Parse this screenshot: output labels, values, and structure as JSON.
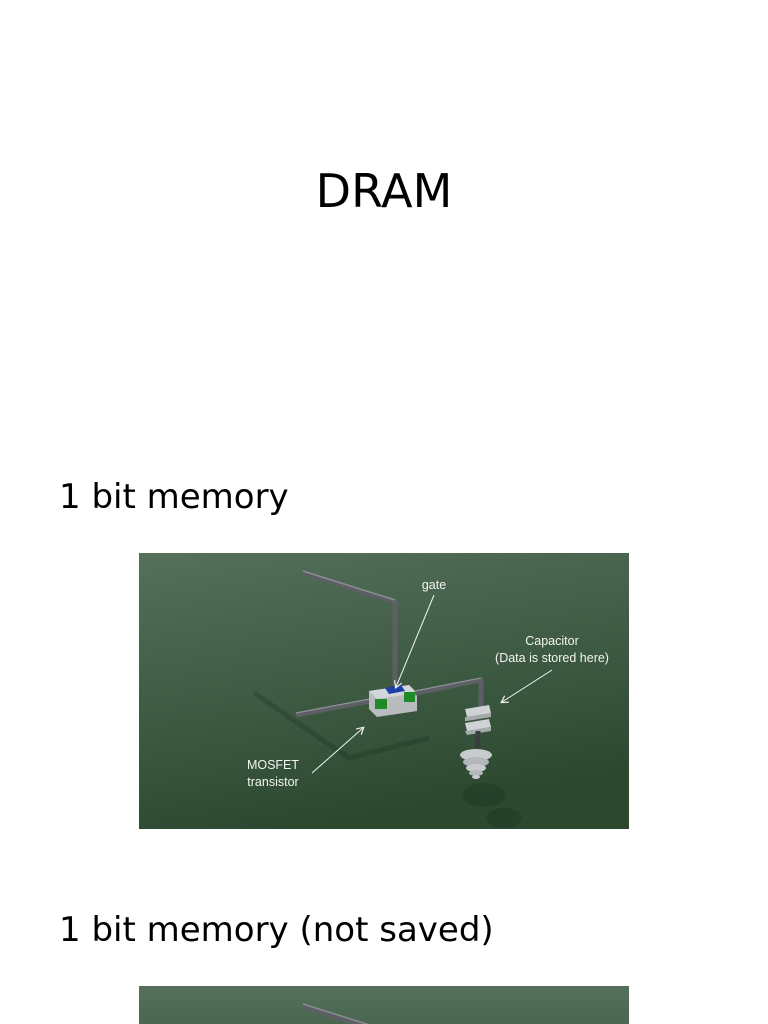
{
  "slide": {
    "title": "DRAM"
  },
  "sections": [
    {
      "heading": "1 bit memory",
      "figure": {
        "labels": {
          "gate": "gate",
          "capacitor_line1": "Capacitor",
          "capacitor_line2": "(Data is stored here)",
          "mosfet_line1": "MOSFET",
          "mosfet_line2": "transistor"
        }
      }
    },
    {
      "heading": "1 bit memory (not saved)"
    }
  ],
  "colors": {
    "figure_background_top": "#4f6a55",
    "figure_background_bottom": "#2e4a32",
    "wire": "#5c5f63",
    "gate_blue": "#1d3fa8",
    "contact_green": "#1f8a2a",
    "transistor_body": "#b9bcbf",
    "capacitor_plate": "#d0d3d5",
    "ground": "#c8cbcd",
    "label_text": "#f2f4f2"
  }
}
